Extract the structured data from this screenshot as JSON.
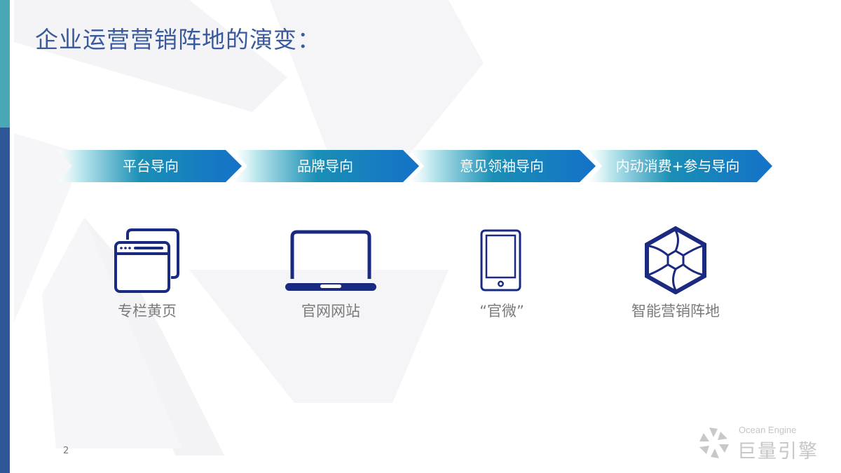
{
  "slide": {
    "title": "企业运营营销阵地的演变：",
    "page_number": "2"
  },
  "colors": {
    "side_bar_top": "#4aa8b6",
    "side_bar_bottom": "#2e5796",
    "title": "#3a5a9e",
    "chevron_start": "#e8f7f9",
    "chevron_mid": "#1a8fb5",
    "chevron_end": "#1471c8",
    "icon": "#1a2a80",
    "label": "#7a7a7a"
  },
  "stages": [
    {
      "chevron_label": "平台导向",
      "icon": "browser-windows-icon",
      "label": "专栏黄页"
    },
    {
      "chevron_label": "品牌导向",
      "icon": "laptop-icon",
      "label": "官网网站"
    },
    {
      "chevron_label": "意见领袖导向",
      "icon": "tablet-icon",
      "label": "“官微”"
    },
    {
      "chevron_label": "内动消费+参与导向",
      "icon": "hexagon-aperture-icon",
      "label": "智能营销阵地"
    }
  ],
  "brand": {
    "english": "Ocean Engine",
    "chinese": "巨量引擎",
    "logo": "pinwheel-logo-icon"
  }
}
